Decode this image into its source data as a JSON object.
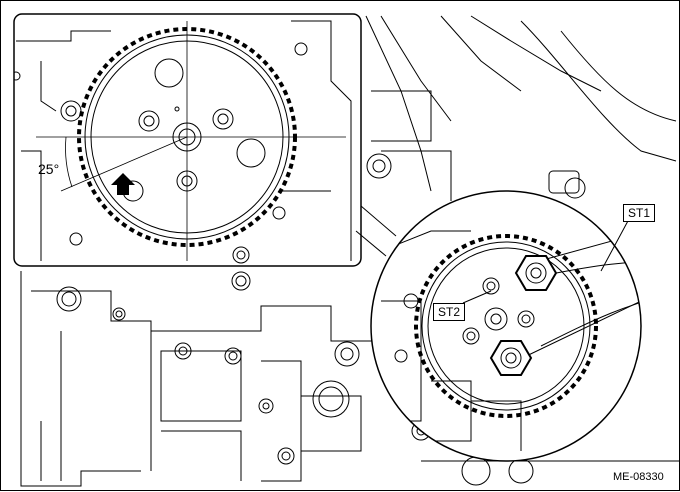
{
  "angle_label": "25°",
  "callouts": {
    "st1": "ST1",
    "st2": "ST2"
  },
  "figure_id": "ME-08330",
  "colors": {
    "line": "#000000",
    "background": "#ffffff"
  },
  "icons": {
    "direction_arrow": "up-arrow-icon"
  }
}
